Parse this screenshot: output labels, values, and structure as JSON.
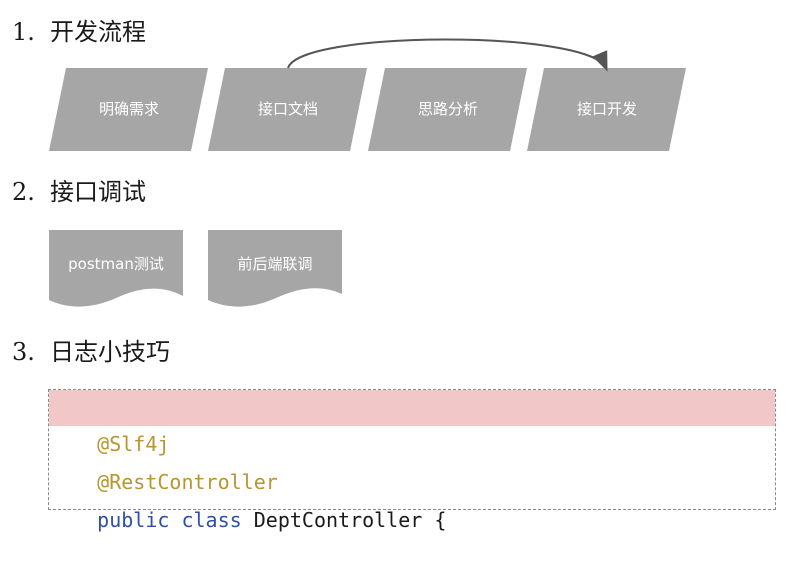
{
  "sections": [
    {
      "number": "1.",
      "title": "开发流程"
    },
    {
      "number": "2.",
      "title": "接口调试"
    },
    {
      "number": "3.",
      "title": "日志小技巧"
    }
  ],
  "dev_flow": {
    "steps": [
      "明确需求",
      "接口文档",
      "思路分析",
      "接口开发"
    ]
  },
  "debug": {
    "items": [
      "postman测试",
      "前后端联调"
    ]
  },
  "code": {
    "line1": "@Slf4j",
    "line2": "@RestController",
    "line3_kw1": "public",
    "line3_kw2": "class",
    "line3_rest": "DeptController {"
  },
  "colors": {
    "shape_fill": "#a6a6a6",
    "arrow": "#555555",
    "highlight": "#f2c7c7",
    "annotation": "#b8962e",
    "keyword": "#2f4fa8"
  }
}
